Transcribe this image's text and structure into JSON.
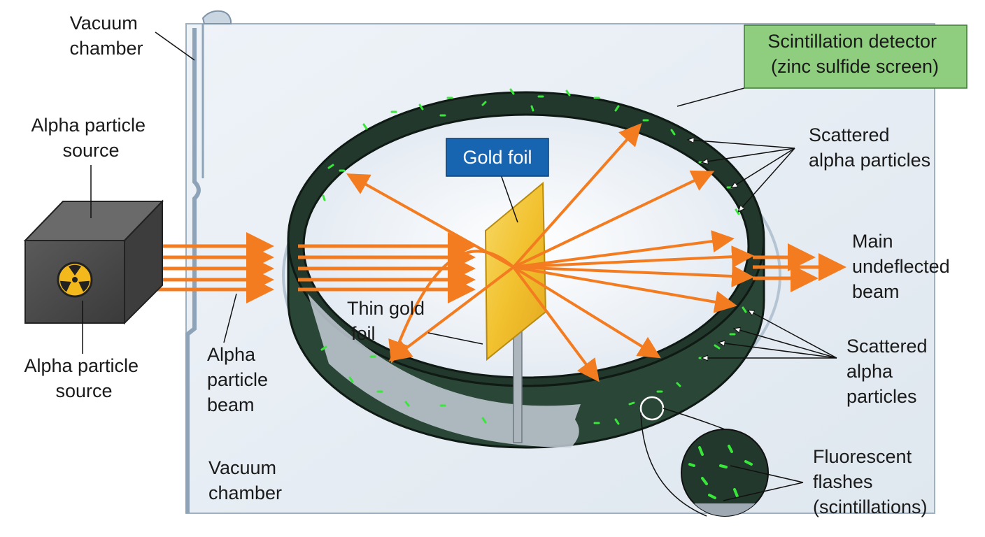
{
  "labels": {
    "vacuum_chamber_top": [
      "Vacuum",
      "chamber"
    ],
    "alpha_source_top": [
      "Alpha particle",
      "source"
    ],
    "alpha_source_bottom": [
      "Alpha particle",
      "source"
    ],
    "alpha_beam": [
      "Alpha",
      "particle",
      "beam"
    ],
    "vacuum_chamber_bottom": [
      "Vacuum",
      "chamber"
    ],
    "gold_foil_box": "Gold foil",
    "thin_gold_foil": [
      "Thin gold",
      "foil"
    ],
    "scintillation_detector": [
      "Scintillation detector",
      "(zinc sulfide screen)"
    ],
    "scattered_top": [
      "Scattered",
      "alpha particles"
    ],
    "main_beam": [
      "Main",
      "undeflected",
      "beam"
    ],
    "scattered_bottom": [
      "Scattered",
      "alpha",
      "particles"
    ],
    "fluorescent": [
      "Fluorescent",
      "flashes",
      "(scintillations)"
    ]
  },
  "colors": {
    "beam": "#f47c20",
    "gold": "#f2c230",
    "screen": "#23382c",
    "flash": "#39e63a",
    "chamber": "#e4ebf2",
    "detector_box": "#8fce7e",
    "foil_label_box": "#1764b0"
  },
  "icons": [
    "radiation-icon"
  ]
}
